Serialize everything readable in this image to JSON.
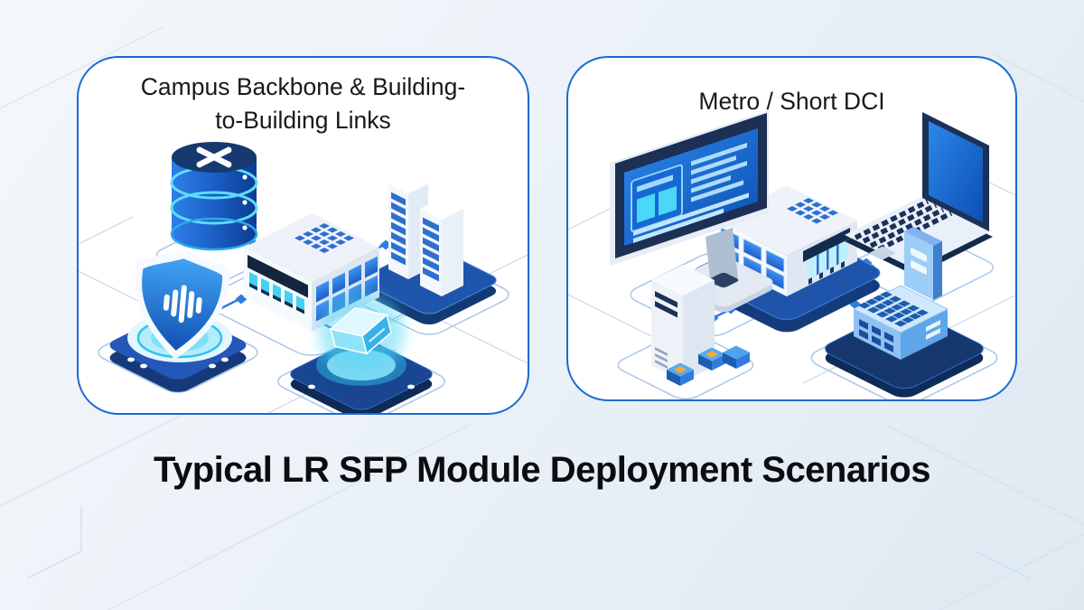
{
  "page": {
    "main_title": "Typical LR SFP Module Deployment Scenarios"
  },
  "panels": [
    {
      "id": "campus",
      "title": "Campus Backbone & Building-to-Building Links",
      "devices": [
        {
          "name": "routing-database-icon"
        },
        {
          "name": "campus-server-buildings-icon"
        },
        {
          "name": "aggregation-switch-icon"
        },
        {
          "name": "security-shield-icon"
        },
        {
          "name": "lr-sfp-module-icon"
        }
      ]
    },
    {
      "id": "metro",
      "title": "Metro / Short DCI",
      "devices": [
        {
          "name": "desktop-monitor-icon"
        },
        {
          "name": "laptop-icon"
        },
        {
          "name": "metro-switch-building-icon"
        },
        {
          "name": "tower-server-icon"
        },
        {
          "name": "sfp-transceiver-blocks-icon"
        },
        {
          "name": "edge-access-device-icon"
        }
      ]
    }
  ],
  "colors": {
    "panel_border": "#1a6ad2",
    "connection_line": "#2f7ce0",
    "accent_cyan": "#45d1f3",
    "platform_navy": "#16386e",
    "main_title_text": "#0b0d10",
    "panel_title_text": "#17191c"
  }
}
